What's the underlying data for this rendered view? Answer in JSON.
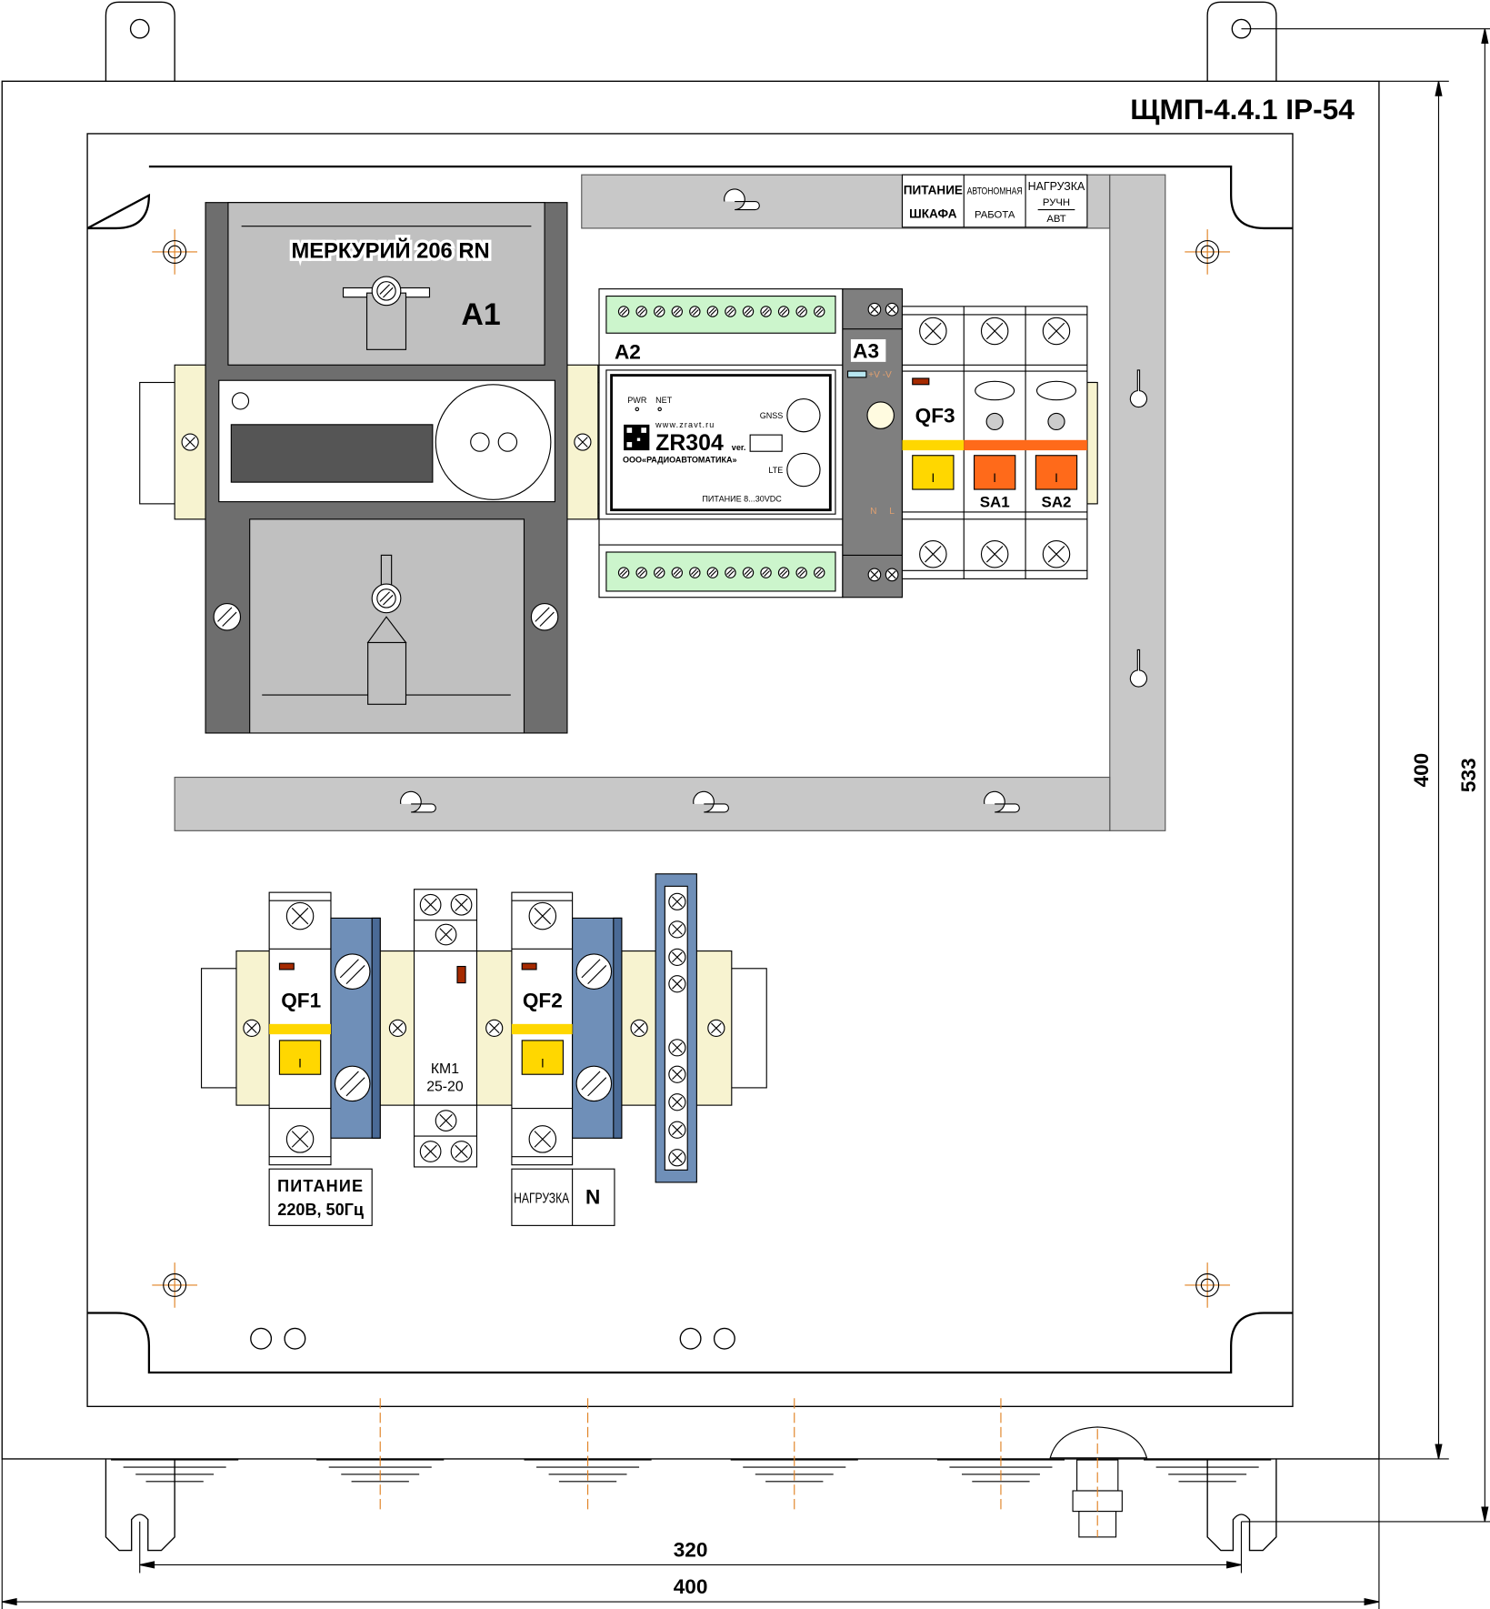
{
  "title": "ЩМП-4.4.1 IP-54",
  "meter": {
    "name": "МЕРКУРИЙ 206 RN",
    "ref": "A1"
  },
  "a2": {
    "ref": "A2",
    "model": "ZR304",
    "url": "www.zravt.ru",
    "ver_label": "ver.",
    "maker": "ООО«РАДИОАВТОМАТИКА»",
    "pwr": "PWR",
    "net": "NET",
    "gnss": "GNSS",
    "lte": "LTE",
    "power": "ПИТАНИЕ 8...30VDC"
  },
  "a3": {
    "ref": "A3",
    "vlabel": "+V -V",
    "n": "N",
    "l": "L"
  },
  "top_labels": {
    "c1_l1": "ПИТАНИЕ",
    "c1_l2": "ШКАФА",
    "c2_l1": "АВТОНОМНАЯ",
    "c2_l2": "РАБОТА",
    "c3_l1": "НАГРУЗКА",
    "c3_l2": "РУЧН",
    "c3_l3": "АВТ"
  },
  "devices": {
    "qf3": "QF3",
    "sa1": "SA1",
    "sa2": "SA2",
    "qf1": "QF1",
    "qf2": "QF2",
    "km1_l1": "КМ1",
    "km1_l2": "25-20",
    "on_mark": "I"
  },
  "bottom_labels": {
    "supply_l1": "ПИТАНИЕ",
    "supply_l2": "220В, 50Гц",
    "load": "НАГРУЗКА",
    "n": "N"
  },
  "dimensions": {
    "mount_width": "320",
    "width": "400",
    "height": "400",
    "total_height": "533"
  },
  "colors": {
    "plate": "#c8c8c8",
    "meter": "#6e6e6e",
    "terminal_green": "#ccf5cc",
    "breaker_yellow": "#ffd700",
    "switch_orange": "#ff6a1a",
    "terminal_blue": "#6f8fb8",
    "rail_cream": "#f7f3d0"
  }
}
